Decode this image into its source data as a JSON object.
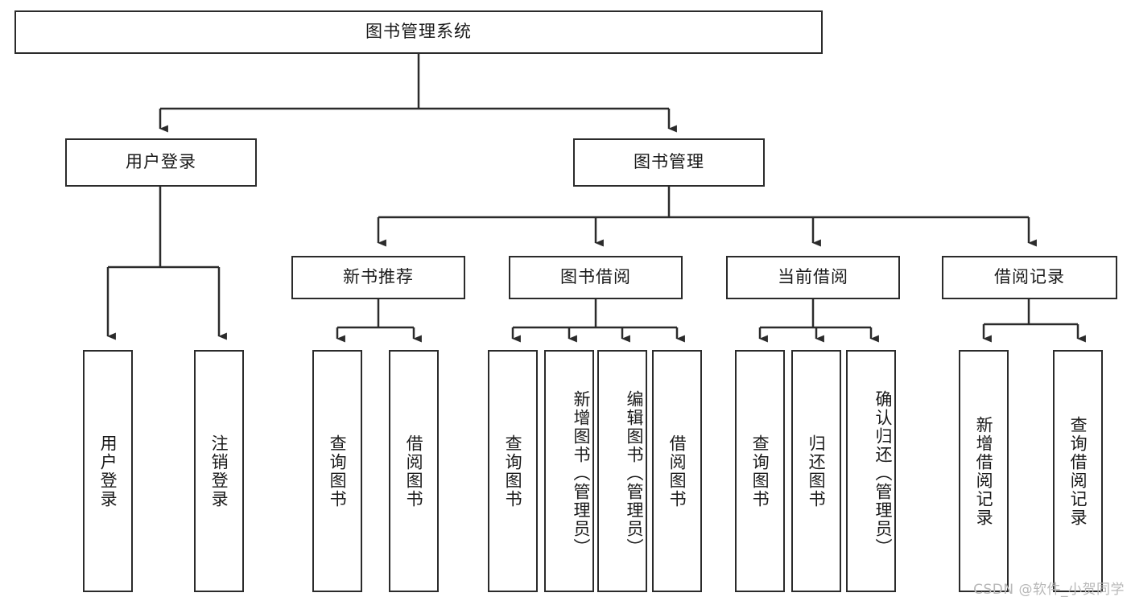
{
  "diagram": {
    "title": "图书管理系统",
    "type": "function-hierarchy-tree",
    "watermark": "CSDN @软件_小贺同学",
    "colors": {
      "box_border": "#2b2b2b",
      "box_fill": "#ffffff",
      "connector": "#2b2b2b",
      "text": "#1a1a1a",
      "watermark": "#b8b8b8"
    },
    "root": {
      "label": "图书管理系统"
    },
    "level2": [
      {
        "label": "用户登录"
      },
      {
        "label": "图书管理"
      }
    ],
    "level3": [
      {
        "label": "新书推荐"
      },
      {
        "label": "图书借阅"
      },
      {
        "label": "当前借阅"
      },
      {
        "label": "借阅记录"
      }
    ],
    "leaves": {
      "user_login": [
        {
          "label": "用户登录"
        },
        {
          "label": "注销登录"
        }
      ],
      "new_book_recommend": [
        {
          "label": "查询图书"
        },
        {
          "label": "借阅图书"
        }
      ],
      "book_borrow": [
        {
          "label": "查询图书"
        },
        {
          "label": "新增图书（管理员）"
        },
        {
          "label": "编辑图书（管理员）"
        },
        {
          "label": "借阅图书"
        }
      ],
      "current_borrow": [
        {
          "label": "查询图书"
        },
        {
          "label": "归还图书"
        },
        {
          "label": "确认归还（管理员）"
        }
      ],
      "borrow_record": [
        {
          "label": "新增借阅记录"
        },
        {
          "label": "查询借阅记录"
        }
      ]
    }
  }
}
